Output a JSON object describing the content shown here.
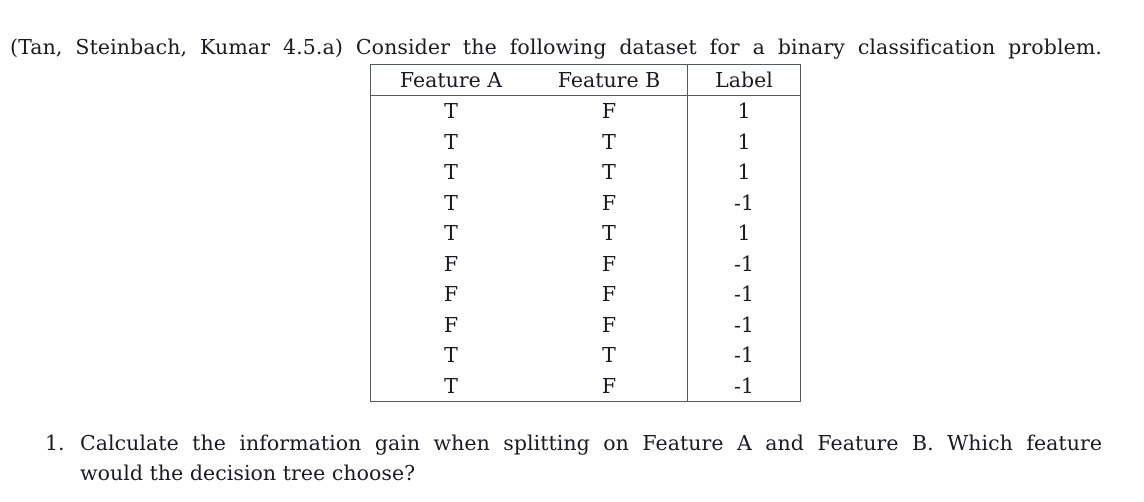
{
  "document": {
    "intro": "(Tan, Steinbach, Kumar 4.5.a) Consider the following dataset for a binary classification problem.",
    "text_color": "#1a1a22",
    "background_color": "#ffffff",
    "rule_color": "#555a60"
  },
  "dataset_table": {
    "columns": [
      "Feature A",
      "Feature B",
      "Label"
    ],
    "rows": [
      {
        "feature_a": "T",
        "feature_b": "F",
        "label": "1"
      },
      {
        "feature_a": "T",
        "feature_b": "T",
        "label": "1"
      },
      {
        "feature_a": "T",
        "feature_b": "T",
        "label": "1"
      },
      {
        "feature_a": "T",
        "feature_b": "F",
        "label": "-1"
      },
      {
        "feature_a": "T",
        "feature_b": "T",
        "label": "1"
      },
      {
        "feature_a": "F",
        "feature_b": "F",
        "label": "-1"
      },
      {
        "feature_a": "F",
        "feature_b": "F",
        "label": "-1"
      },
      {
        "feature_a": "F",
        "feature_b": "F",
        "label": "-1"
      },
      {
        "feature_a": "T",
        "feature_b": "T",
        "label": "-1"
      },
      {
        "feature_a": "T",
        "feature_b": "F",
        "label": "-1"
      }
    ]
  },
  "questions": [
    {
      "marker": "1.",
      "line_1": "Calculate the information gain when splitting on Feature A and Feature B. Which feature",
      "line_2": "would the decision tree choose?"
    }
  ]
}
